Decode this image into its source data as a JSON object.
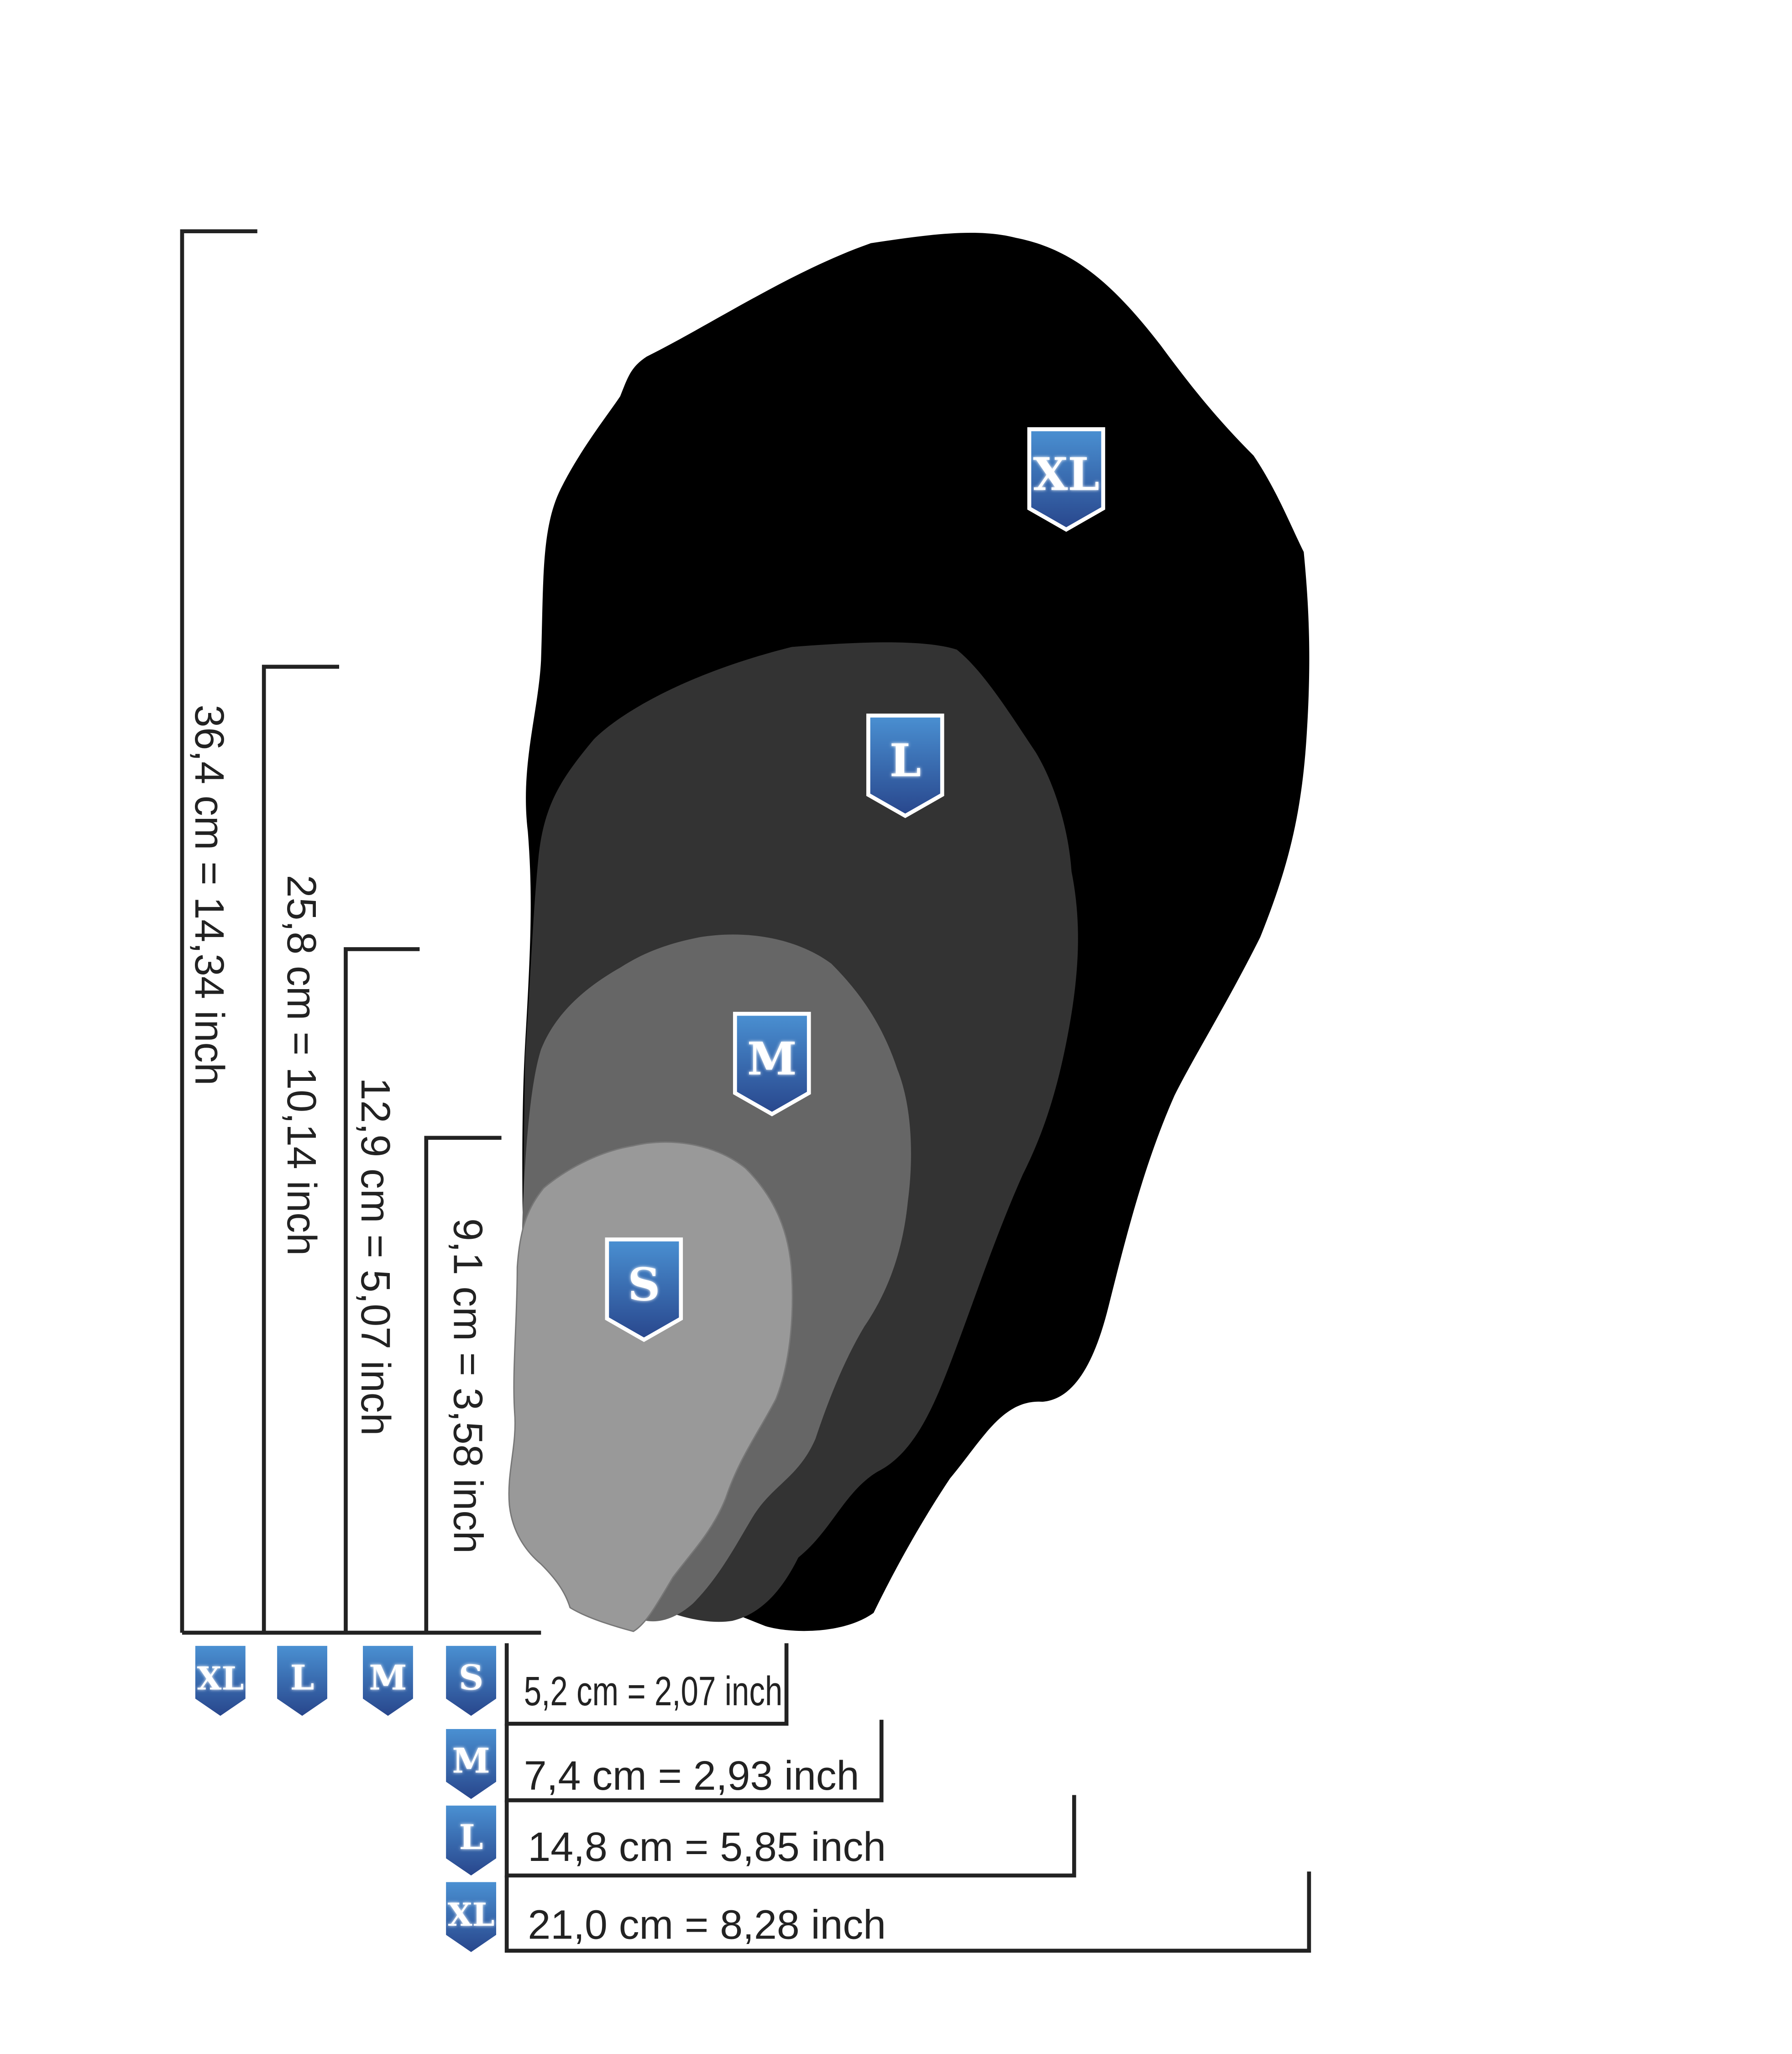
{
  "sizes": {
    "xl": {
      "label": "XL",
      "height_text": "36,4 cm = 14,34 inch",
      "width_text": "21,0 cm = 8,28 inch",
      "fill": "#000000"
    },
    "l": {
      "label": "L",
      "height_text": "25,8 cm = 10,14 inch",
      "width_text": "14,8 cm = 5,85 inch",
      "fill": "#333333"
    },
    "m": {
      "label": "M",
      "height_text": "12,9 cm = 5,07 inch",
      "width_text": "7,4 cm = 2,93 inch",
      "fill": "#666666"
    },
    "s": {
      "label": "S",
      "height_text": "9,1 cm = 3,58 inch",
      "width_text": "5,2 cm = 2,07 inch",
      "fill": "#999999"
    }
  },
  "colors": {
    "badge_top": "#4a90d2",
    "badge_bottom": "#28468c",
    "bracket": "#222222"
  }
}
